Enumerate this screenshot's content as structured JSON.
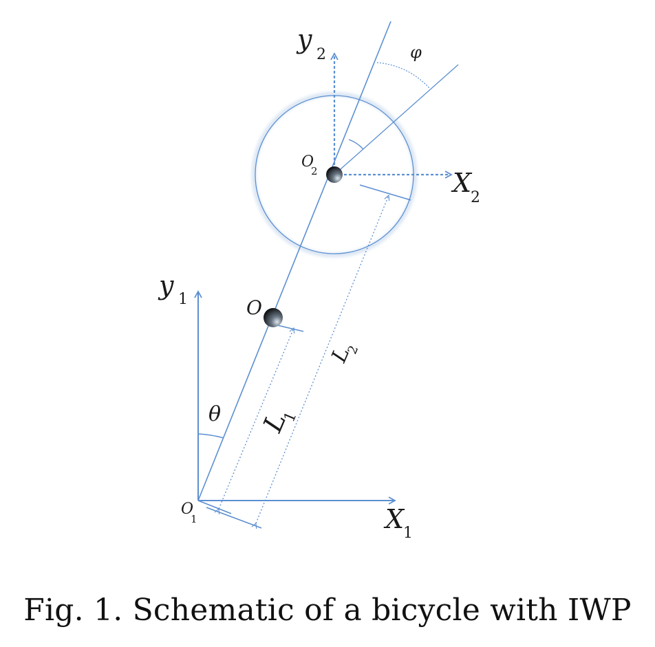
{
  "colors": {
    "line": "#5b8fd1",
    "text": "#1a1a1a"
  },
  "labels": {
    "y1": "y",
    "y1_sub": "1",
    "x1": "X",
    "x1_sub": "1",
    "o1": "O",
    "o1_sub": "1",
    "y2": "y",
    "y2_sub": "2",
    "x2": "X",
    "x2_sub": "2",
    "o2": "O",
    "o2_sub": "2",
    "o": "O",
    "theta": "θ",
    "phi": "φ",
    "l1": "L",
    "l1_sub": "1",
    "l2": "L",
    "l2_sub": "2"
  },
  "caption": "Fig. 1.  Schematic of a bicycle with IWP"
}
